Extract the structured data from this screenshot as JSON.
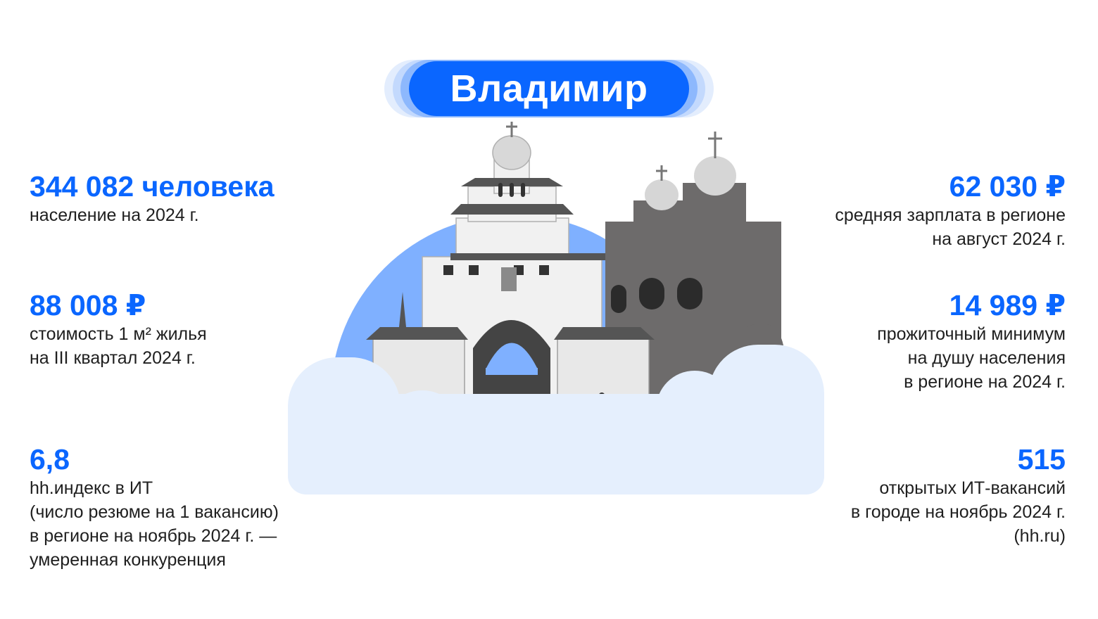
{
  "title": "Владимир",
  "colors": {
    "accent": "#0a66ff",
    "echo_light": "#e3edfd",
    "echo_mid": "#c3d9fd",
    "echo_dark": "#8db8fd",
    "semicircle": "#7fb0ff",
    "cloud": "#e5effd",
    "text": "#1f1f1f"
  },
  "illustration": {
    "icon": "golden-gate-and-church-icon"
  },
  "stats_left": [
    {
      "value": "344 082 человека",
      "desc_lines": [
        "население на 2024 г."
      ]
    },
    {
      "value": "88 008 ₽",
      "desc_lines": [
        "стоимость 1 м² жилья",
        "на III квартал 2024 г."
      ]
    },
    {
      "value": "6,8",
      "desc_lines": [
        "hh.индекс в ИТ",
        "(число резюме на 1 вакансию)",
        "в регионе на ноябрь 2024 г. —",
        "умеренная конкуренция"
      ]
    }
  ],
  "stats_right": [
    {
      "value": "62 030 ₽",
      "desc_lines": [
        "средняя зарплата в регионе",
        "на август 2024 г."
      ]
    },
    {
      "value": "14 989 ₽",
      "desc_lines": [
        "прожиточный минимум",
        "на душу населения",
        "в регионе на 2024 г."
      ]
    },
    {
      "value": "515",
      "desc_lines": [
        "открытых ИТ-вакансий",
        "в городе на ноябрь 2024 г.",
        "(hh.ru)"
      ]
    }
  ]
}
